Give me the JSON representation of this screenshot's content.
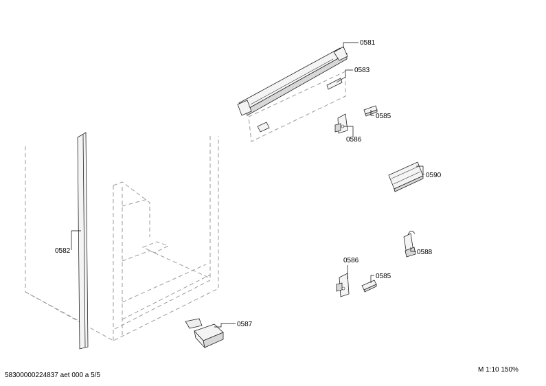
{
  "callouts": {
    "c0581": "0581",
    "c0583": "0583",
    "c0585a": "0585",
    "c0586a": "0586",
    "c0590": "0590",
    "c0582": "0582",
    "c0588": "0588",
    "c0586b": "0586",
    "c0585b": "0585",
    "c0587": "0587"
  },
  "footer": {
    "document_id": "58300000224837 aet 000 a 5/5",
    "scale": "M 1:10 150%"
  }
}
